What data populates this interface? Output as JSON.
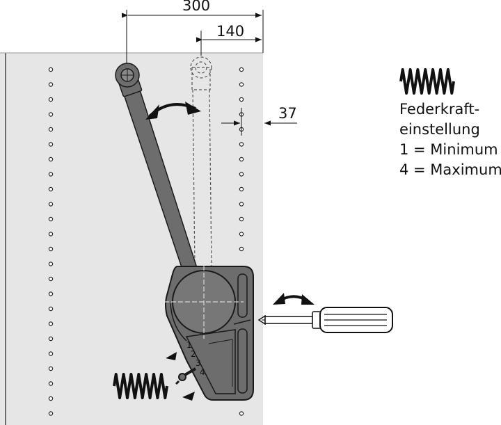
{
  "dimensions": {
    "dim_300": "300",
    "dim_140": "140",
    "dim_37": "37"
  },
  "legend": {
    "line1": "Federkraft-",
    "line2": "einstellung",
    "line3": "1 = Minimum",
    "line4": "4 = Maximum"
  },
  "adjustment_scale": [
    "1",
    "2",
    "3",
    "4"
  ],
  "colors": {
    "panel": "#e6e6e6",
    "mechanism": "#6d6d6d",
    "outline": "#1a1a1a"
  }
}
